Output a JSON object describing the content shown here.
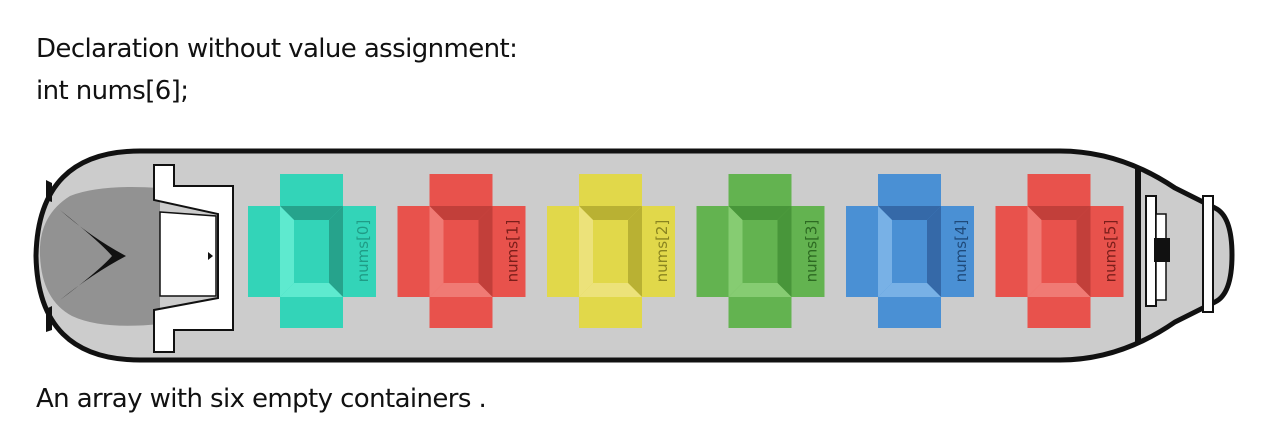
{
  "title": {
    "line1": "Declaration without value assignment:",
    "line2": "int nums[6];"
  },
  "caption": "An array with six empty containers .",
  "containers": [
    {
      "label": "nums[0]",
      "color": "#33d4b8",
      "dark": "#26a38c",
      "light": "#5eeacf",
      "text": "#1f9c86"
    },
    {
      "label": "nums[1]",
      "color": "#e8524c",
      "dark": "#c23f3a",
      "light": "#f07a74",
      "text": "#7a1e1a"
    },
    {
      "label": "nums[2]",
      "color": "#e1d84a",
      "dark": "#b9b133",
      "light": "#ece27a",
      "text": "#8a8420"
    },
    {
      "label": "nums[3]",
      "color": "#63b350",
      "dark": "#48963a",
      "light": "#86cc72",
      "text": "#2d6a22"
    },
    {
      "label": "nums[4]",
      "color": "#4a90d4",
      "dark": "#3569a8",
      "light": "#78b1e6",
      "text": "#1f4a7a"
    },
    {
      "label": "nums[5]",
      "color": "#e8524c",
      "dark": "#c23f3a",
      "light": "#f07a74",
      "text": "#7a1e1a"
    }
  ]
}
